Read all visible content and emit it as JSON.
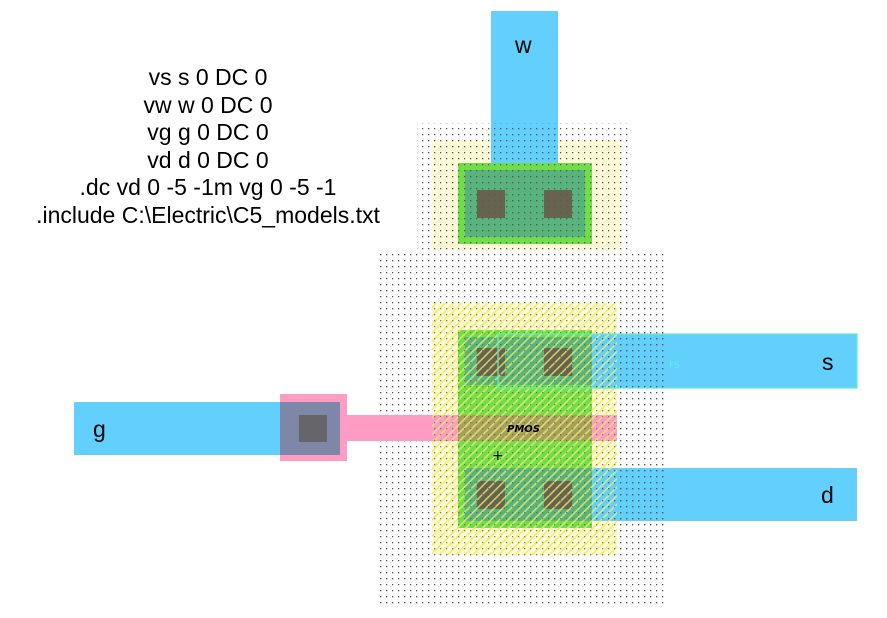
{
  "spice_code": {
    "lines": [
      "vs s 0 DC 0",
      "vw w 0 DC 0",
      "vg g 0 DC 0",
      "vd d 0 DC 0",
      ".dc vd 0 -5 -1m vg 0 -5 -1",
      ".include C:\\Electric\\C5_models.txt"
    ]
  },
  "ports": {
    "w": "w",
    "s": "s",
    "g": "g",
    "d": "d"
  },
  "transistor": {
    "label": "PMOS",
    "origin_marker": "+",
    "small_label": "FS"
  },
  "layer_colors": {
    "metal1": "#62cffc",
    "active": "#70dd4a",
    "poly": "#ff9cc3",
    "contact_cut": "#66634f",
    "well_dots": "#555555",
    "select": "#fff7b0",
    "poly_metal_overlap": "#7f87a8",
    "active_metal_overlap": "#58b47c",
    "highlight": "#5ef0c8"
  }
}
